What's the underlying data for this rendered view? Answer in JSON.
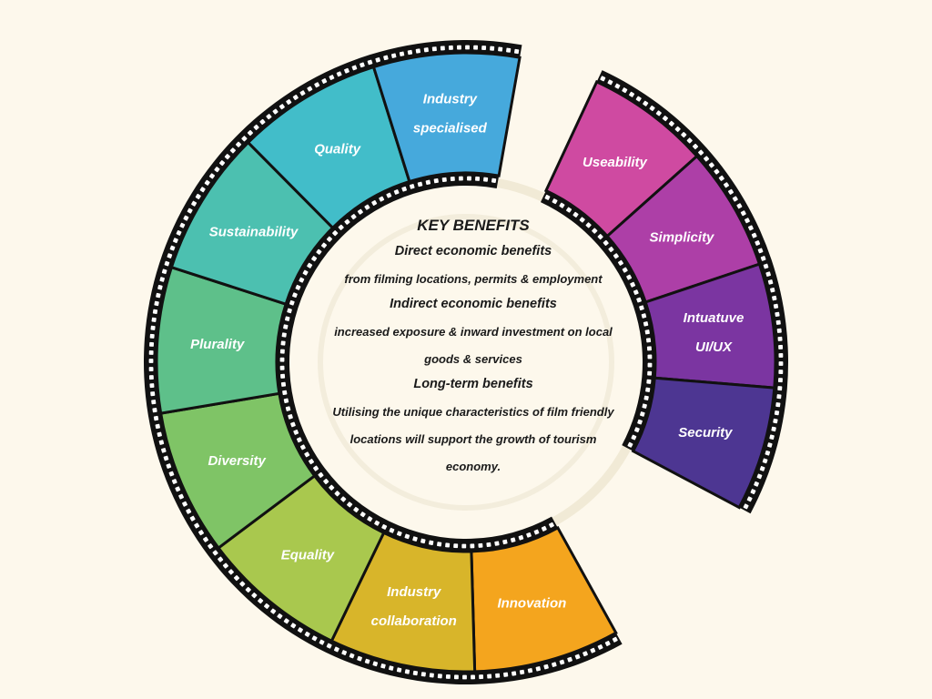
{
  "segments_left": [
    {
      "label_lines": [
        "Innovation"
      ],
      "color": "#f4a51e"
    },
    {
      "label_lines": [
        "Industry",
        "collaboration"
      ],
      "color": "#d8b52a"
    },
    {
      "label_lines": [
        "Equality"
      ],
      "color": "#a9c84e"
    },
    {
      "label_lines": [
        "Diversity"
      ],
      "color": "#7fc466"
    },
    {
      "label_lines": [
        "Plurality"
      ],
      "color": "#5ec08a"
    },
    {
      "label_lines": [
        "Sustainability"
      ],
      "color": "#4cc0b0"
    },
    {
      "label_lines": [
        "Quality"
      ],
      "color": "#42bdc9"
    },
    {
      "label_lines": [
        "Industry",
        "specialised"
      ],
      "color": "#46a9dc"
    }
  ],
  "segments_right": [
    {
      "label_lines": [
        "Useability"
      ],
      "color": "#cf4aa1"
    },
    {
      "label_lines": [
        "Simplicity"
      ],
      "color": "#ad3fa7"
    },
    {
      "label_lines": [
        "Intuatuve",
        "UI/UX"
      ],
      "color": "#7b35a1"
    },
    {
      "label_lines": [
        "Security"
      ],
      "color": "#4d3692"
    }
  ],
  "center": {
    "title": "KEY BENEFITS",
    "blocks": [
      {
        "heading": "Direct economic benefits",
        "lines": [
          "from filming locations, permits & employment"
        ]
      },
      {
        "heading": "Indirect economic benefits",
        "lines": [
          "increased exposure & inward investment on local",
          "goods & services"
        ]
      },
      {
        "heading": "Long-term benefits",
        "lines": [
          "Utilising the unique characteristics of film friendly",
          "locations will support the growth of tourism",
          "economy."
        ]
      }
    ]
  }
}
